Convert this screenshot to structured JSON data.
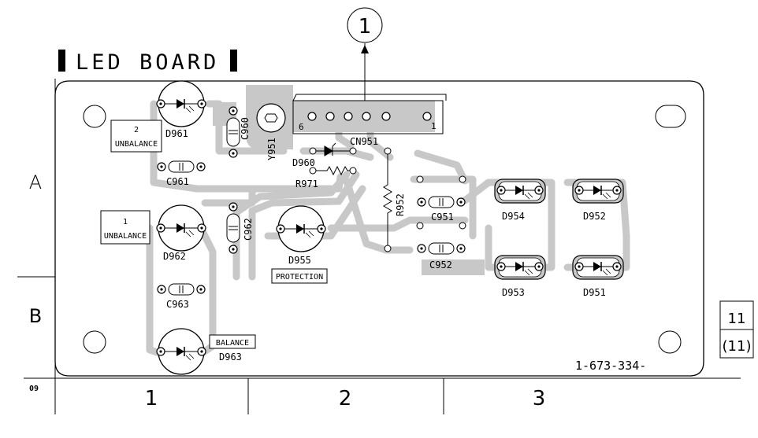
{
  "title": "LED BOARD",
  "connector_callout": "1",
  "board_number": "1-673-334-",
  "corner_label": "09",
  "page_box": {
    "page": "11",
    "page_paren": "(11)"
  },
  "grid": {
    "rows": [
      "A",
      "B"
    ],
    "cols": [
      "1",
      "2",
      "3"
    ]
  },
  "boxed_labels": {
    "unbalance_2": [
      "2",
      "UNBALANCE"
    ],
    "unbalance_1": [
      "1",
      "UNBALANCE"
    ],
    "protection": "PROTECTION",
    "balance": "BALANCE"
  },
  "components": {
    "leds": [
      "D961",
      "D962",
      "D963",
      "D955",
      "D954",
      "D952",
      "D953",
      "D951"
    ],
    "caps": [
      "C960",
      "C961",
      "C962",
      "C963",
      "C951",
      "C952"
    ],
    "resistors": [
      "R971",
      "R952"
    ],
    "diode": "D960",
    "connector": "CN951",
    "connector_pins": {
      "first": "6",
      "last": "1"
    },
    "other": "Y951"
  },
  "colors": {
    "copper": "#c8c8c8",
    "line": "#000000",
    "background": "#ffffff"
  }
}
